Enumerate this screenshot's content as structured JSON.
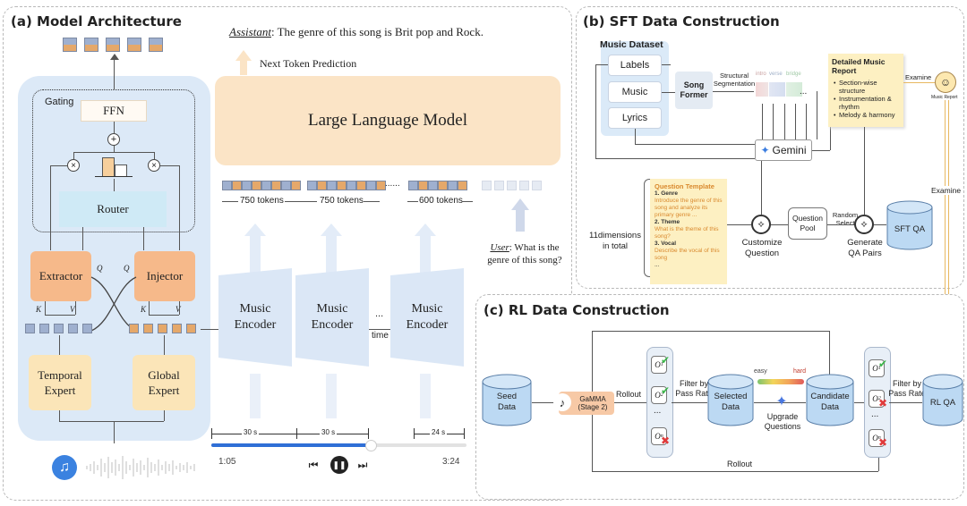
{
  "panels": {
    "a_title": "(a) Model Architecture",
    "b_title": "(b) SFT Data Construction",
    "c_title": "(c) RL Data Construction"
  },
  "model": {
    "assistant_label": "Assistant",
    "assistant_text": ": The genre of this song is Brit pop and Rock.",
    "next_token": "Next Token Prediction",
    "llm": "Large Language Model",
    "gating": "Gating",
    "ffn": "FFN",
    "router": "Router",
    "extractor": "Extractor",
    "injector": "Injector",
    "q_left": "Q",
    "q_right": "Q",
    "k_left": "K",
    "v_left": "V",
    "k_right": "K",
    "v_right": "V",
    "temporal": "Temporal Expert",
    "global": "Global Expert",
    "encoder": "Music Encoder",
    "dots": "...",
    "time": "time",
    "tokens_750a": "750 tokens",
    "tokens_750b": "750 tokens",
    "tokens_600": "600 tokens",
    "token_dots": "......",
    "user_label": "User",
    "user_text": ": What is the genre of this song?",
    "seg_30a": "30 s",
    "seg_30b": "30 s",
    "seg_24": "24 s",
    "time_start": "1:05",
    "time_end": "3:24"
  },
  "sft": {
    "dataset_title": "Music Dataset",
    "labels": "Labels",
    "music": "Music",
    "lyrics": "Lyrics",
    "songformer": "Song Former",
    "structural": "Structural Segmentation",
    "seg_intro": "intro",
    "seg_verse": "verse",
    "seg_bridge": "bridge",
    "seg_dots": "...",
    "gemini": "Gemini",
    "report_title": "Detailed Music Report",
    "report_items": [
      "Section-wise structure",
      "Instrumentation & rhythm",
      "Melody & harmony"
    ],
    "examine_top": "Examine",
    "examine_side": "Examine",
    "music_report_caption": "Music Report",
    "dims": "11dimensions in total",
    "qt_title": "Question Template",
    "qt_lines": [
      "1. Genre",
      "Introduce the genre of this song and analyze its primary genre ...",
      "2. Theme",
      " What is the theme of this song?",
      "3. Vocal",
      " Describe the vocal of this song",
      "..."
    ],
    "customize": "Customize Question",
    "pool": "Question Pool",
    "random_select": "Random Select",
    "generate": "Generate QA Pairs",
    "sft_qa": "SFT QA"
  },
  "rl": {
    "seed": "Seed Data",
    "gamma": "GaMMA (Stage 2)",
    "rollout_left": "Rollout",
    "o1": "O",
    "o1_sub": "1",
    "o2": "O",
    "o2_sub": "2",
    "on": "O",
    "on_sub": "n",
    "vdots": "...",
    "filter1": "Filter by Pass Rate",
    "selected": "Selected Data",
    "easy": "easy",
    "hard": "hard",
    "upgrade": "Upgrade Questions",
    "candidate": "Candidate Data",
    "o1p": "O",
    "o1p_sub": "1",
    "o2p": "O",
    "o2p_sub": "2",
    "onp": "O",
    "onp_sub": "n",
    "vdots2": "...",
    "filter2": "Filter by Pass Rate",
    "rl_qa": "RL QA",
    "rollout_bottom": "Rollout"
  },
  "colors": {
    "extractor": "#f6b98a",
    "injector": "#f6b98a",
    "expert": "#fbe5b8",
    "router": "#cfeaf6",
    "llm": "#fbe4c6",
    "arch_bg": "#dce9f7",
    "dataset_bg": "#dbeaf8",
    "gamma": "#f7c9a6",
    "db": "#bcd9f3",
    "report": "#fdf0c2",
    "qt": "#fdf0c2",
    "accent_orange": "#e5a86a",
    "accent_blue": "#9fb0cf"
  }
}
